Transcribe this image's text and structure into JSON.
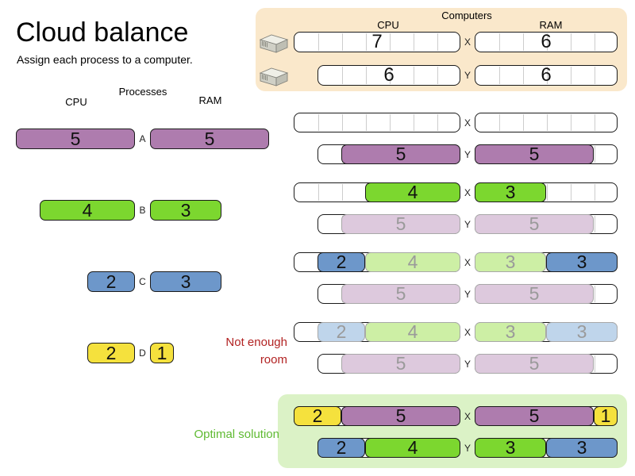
{
  "title": "Cloud balance",
  "subtitle": "Assign each process to a computer.",
  "processes_panel": {
    "header": "Processes",
    "cpu_label": "CPU",
    "ram_label": "RAM",
    "items": [
      {
        "id": "A",
        "cpu": 5,
        "ram": 5,
        "color": "purple"
      },
      {
        "id": "B",
        "cpu": 4,
        "ram": 3,
        "color": "green"
      },
      {
        "id": "C",
        "cpu": 2,
        "ram": 3,
        "color": "blue"
      },
      {
        "id": "D",
        "cpu": 2,
        "ram": 1,
        "color": "yellow"
      }
    ]
  },
  "computers_panel": {
    "header": "Computers",
    "cpu_label": "CPU",
    "ram_label": "RAM",
    "computers": [
      {
        "id": "X",
        "cpu": 7,
        "ram": 6
      },
      {
        "id": "Y",
        "cpu": 6,
        "ram": 6
      }
    ]
  },
  "steps": [
    {
      "x": {
        "cpu": [],
        "ram": []
      },
      "y": {
        "cpu": [
          {
            "process": "A",
            "value": 5,
            "state": "active"
          }
        ],
        "ram": [
          {
            "process": "A",
            "value": 5,
            "state": "active"
          }
        ]
      }
    },
    {
      "x": {
        "cpu": [
          {
            "process": "B",
            "value": 4,
            "state": "active"
          }
        ],
        "ram": [
          {
            "process": "B",
            "value": 3,
            "state": "active"
          }
        ]
      },
      "y": {
        "cpu": [
          {
            "process": "A",
            "value": 5,
            "state": "faded"
          }
        ],
        "ram": [
          {
            "process": "A",
            "value": 5,
            "state": "faded"
          }
        ]
      }
    },
    {
      "x": {
        "cpu": [
          {
            "process": "C",
            "value": 2,
            "state": "active"
          },
          {
            "process": "B",
            "value": 4,
            "state": "faded"
          }
        ],
        "ram": [
          {
            "process": "B",
            "value": 3,
            "state": "faded"
          },
          {
            "process": "C",
            "value": 3,
            "state": "active"
          }
        ]
      },
      "y": {
        "cpu": [
          {
            "process": "A",
            "value": 5,
            "state": "faded"
          }
        ],
        "ram": [
          {
            "process": "A",
            "value": 5,
            "state": "faded"
          }
        ]
      }
    },
    {
      "x": {
        "cpu": [
          {
            "process": "C",
            "value": 2,
            "state": "faded"
          },
          {
            "process": "B",
            "value": 4,
            "state": "faded"
          }
        ],
        "ram": [
          {
            "process": "B",
            "value": 3,
            "state": "faded"
          },
          {
            "process": "C",
            "value": 3,
            "state": "faded"
          }
        ]
      },
      "y": {
        "cpu": [
          {
            "process": "A",
            "value": 5,
            "state": "faded"
          }
        ],
        "ram": [
          {
            "process": "A",
            "value": 5,
            "state": "faded"
          }
        ]
      }
    },
    {
      "optimal": true,
      "x": {
        "cpu": [
          {
            "process": "D",
            "value": 2,
            "state": "active"
          },
          {
            "process": "A",
            "value": 5,
            "state": "active"
          }
        ],
        "ram": [
          {
            "process": "A",
            "value": 5,
            "state": "active"
          },
          {
            "process": "D",
            "value": 1,
            "state": "active"
          }
        ]
      },
      "y": {
        "cpu": [
          {
            "process": "C",
            "value": 2,
            "state": "active"
          },
          {
            "process": "B",
            "value": 4,
            "state": "active"
          }
        ],
        "ram": [
          {
            "process": "B",
            "value": 3,
            "state": "active"
          },
          {
            "process": "C",
            "value": 3,
            "state": "active"
          }
        ]
      }
    }
  ],
  "annotations": {
    "not_enough_room": "Not enough\nroom",
    "optimal_solution": "Optimal solution"
  },
  "colors": {
    "purple": "#AE7CAE",
    "green": "#7CD72F",
    "blue": "#6D97CA",
    "yellow": "#F5E13D",
    "purple_faded": "#DDC9DD",
    "green_faded": "#CDEFA5",
    "blue_faded": "#BFD5EB",
    "yellow_faded": "#F7F0B0",
    "computers_panel_bg": "#FAE8CB",
    "optimal_panel_bg": "#DBF2C6",
    "not_enough_room_text": "#B22222",
    "optimal_text": "#5FBA32",
    "faded_text": "#9A9A9A"
  }
}
